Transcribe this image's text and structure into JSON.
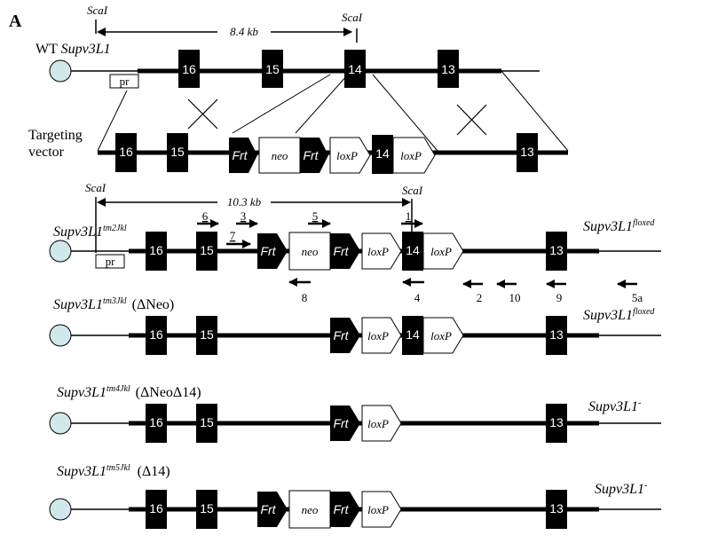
{
  "panel_label": "A",
  "wt": {
    "label_prefix": "WT ",
    "label_gene": "Supv3L1",
    "scal_left": "ScaI",
    "scal_right": "ScaI",
    "distance": "8.4 kb",
    "promoter": "pr",
    "exons": [
      "16",
      "15",
      "14",
      "13"
    ]
  },
  "targeting_vector": {
    "label_line1": "Targeting",
    "label_line2": "vector",
    "exons": [
      "16",
      "15",
      "14",
      "13"
    ],
    "frt": "Frt",
    "neo": "neo",
    "loxp": "loxP"
  },
  "tm2": {
    "label_gene": "Supv3L1",
    "label_sup": "tm2Jkl",
    "right_gene": "Supv3L1",
    "right_sup": "floxed",
    "scal_left": "ScaI",
    "scal_right": "ScaI",
    "distance": "10.3 kb",
    "promoter": "pr",
    "exons": [
      "16",
      "15",
      "14",
      "13"
    ],
    "frt": "Frt",
    "neo": "neo",
    "loxp": "loxP",
    "primers_forward": [
      "6",
      "3",
      "7",
      "5",
      "1"
    ],
    "primers_reverse": [
      "8",
      "4",
      "2",
      "10",
      "9",
      "5a"
    ]
  },
  "tm3": {
    "label_gene": "Supv3L1",
    "label_sup": "tm3Jkl",
    "label_suffix": "(ΔNeo)",
    "right_gene": "Supv3L1",
    "right_sup": "floxed",
    "exons": [
      "16",
      "15",
      "14",
      "13"
    ],
    "frt": "Frt",
    "loxp": "loxP"
  },
  "tm4": {
    "label_gene": "Supv3L1",
    "label_sup": "tm4Jkl",
    "label_suffix": "(ΔNeoΔ14)",
    "right_gene": "Supv3L1",
    "right_sup": "-",
    "exons": [
      "16",
      "15",
      "13"
    ],
    "frt": "Frt",
    "loxp": "loxP"
  },
  "tm5": {
    "label_gene": "Supv3L1",
    "label_sup": "tm5Jkl",
    "label_suffix": "(Δ14)",
    "right_gene": "Supv3L1",
    "right_sup": "-",
    "exons": [
      "16",
      "15",
      "13"
    ],
    "frt": "Frt",
    "neo": "neo",
    "loxp": "loxP"
  },
  "colors": {
    "circle_fill": "#cfe8ec",
    "exon_fill": "#000000",
    "line": "#000000"
  }
}
